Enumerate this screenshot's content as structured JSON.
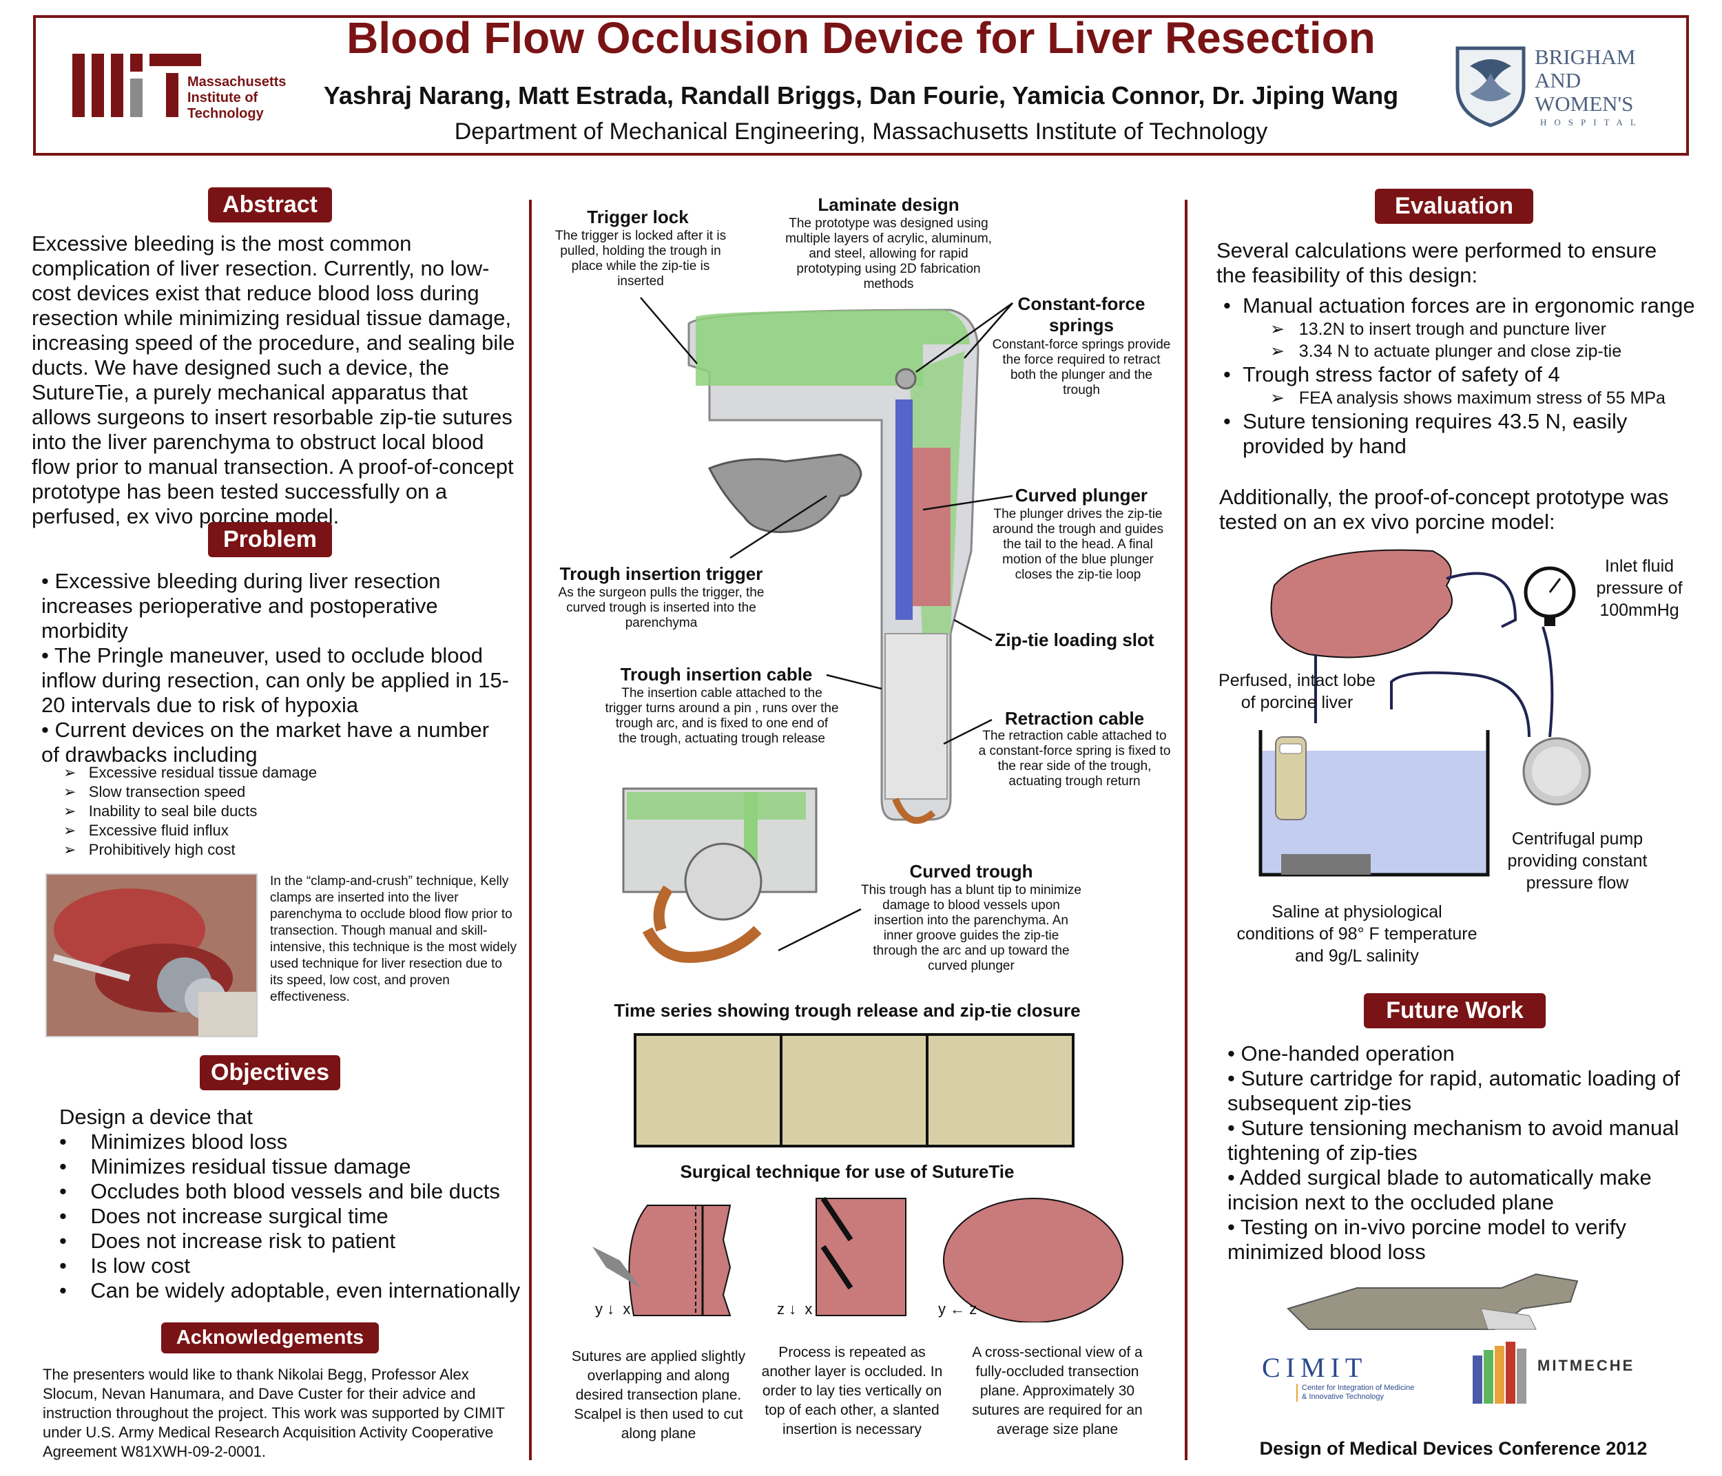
{
  "header": {
    "title": "Blood Flow Occlusion Device for Liver Resection",
    "authors": "Yashraj Narang, Matt Estrada, Randall Briggs, Dan Fourie, Yamicia Connor, Dr. Jiping Wang",
    "department": "Department of Mechanical Engineering, Massachusetts Institute of Technology",
    "mit_text": [
      "Massachusetts",
      "Institute of",
      "Technology"
    ],
    "bwh_text": [
      "BRIGHAM",
      "AND",
      "WOMEN'S",
      "HOSPITAL"
    ]
  },
  "abstract": {
    "heading": "Abstract",
    "text": "Excessive bleeding is the most common complication of liver resection. Currently, no low-cost devices exist that reduce blood loss during resection while minimizing residual tissue damage, increasing speed of the procedure, and sealing bile ducts. We have designed such a device, the SutureTie, a purely mechanical apparatus that allows surgeons to insert resorbable zip-tie sutures into the liver parenchyma to obstruct local blood flow prior to manual transection. A proof-of-concept prototype has been tested successfully on a perfused, ex vivo porcine model."
  },
  "problem": {
    "heading": "Problem",
    "bullets": [
      "•  Excessive bleeding during liver resection increases perioperative and postoperative morbidity",
      "•  The Pringle maneuver, used to occlude blood inflow during resection, can only be applied in 15-20 intervals due to risk of hypoxia",
      "• Current devices on the market have a number of drawbacks including"
    ],
    "sub_bullets": [
      "Excessive residual tissue damage",
      "Slow transection speed",
      "Inability to seal bile ducts",
      "Excessive fluid influx",
      "Prohibitively high cost"
    ],
    "clamp_caption": "In the “clamp-and-crush” technique, Kelly clamps are inserted into the liver parenchyma to occlude blood flow prior to transection. Though manual and skill-intensive, this technique is the most widely used technique for liver resection due to its speed, low cost, and proven effectiveness."
  },
  "objectives": {
    "heading": "Objectives",
    "intro": "Design a device that",
    "items": [
      "Minimizes blood loss",
      "Minimizes residual tissue damage",
      "Occludes both blood vessels and bile ducts",
      "Does not increase surgical time",
      "Does not increase risk to patient",
      "Is low cost",
      "Can be widely adoptable, even internationally"
    ]
  },
  "acknowledgements": {
    "heading": "Acknowledgements",
    "text": "The presenters would like to thank Nikolai Begg, Professor Alex Slocum, Nevan Hanumara, and Dave Custer for their advice and instruction throughout the project. This work was supported by CIMIT under U.S. Army Medical Research Acquisition Activity Cooperative Agreement W81XWH-09-2-0001."
  },
  "device": {
    "trigger_lock": {
      "title": "Trigger lock",
      "text": "The trigger is locked after it is pulled, holding the trough in place while the zip-tie is inserted"
    },
    "laminate": {
      "title": "Laminate design",
      "text": "The prototype was designed using multiple layers of acrylic, aluminum, and steel, allowing for rapid prototyping using 2D fabrication methods"
    },
    "springs": {
      "title": "Constant-force springs",
      "text": "Constant-force springs provide the force required to retract both the plunger and the trough"
    },
    "plunger": {
      "title": "Curved plunger",
      "text": "The plunger drives the zip-tie around the trough and guides the tail to the head.  A final motion of the blue plunger closes the zip-tie loop"
    },
    "trigger": {
      "title": "Trough insertion trigger",
      "text": "As the surgeon pulls the trigger, the curved trough is inserted into the parenchyma"
    },
    "slot": {
      "title": "Zip-tie loading slot"
    },
    "cable": {
      "title": "Trough insertion cable",
      "text": "The insertion cable attached to the trigger turns around a pin , runs over the trough arc, and is fixed to one end of the trough, actuating trough release"
    },
    "retraction": {
      "title": "Retraction cable",
      "text": "The retraction cable attached to a constant-force spring is fixed to the rear side of the trough, actuating trough return"
    },
    "trough": {
      "title": "Curved trough",
      "text": "This trough has a blunt tip to minimize damage to blood vessels upon insertion into the parenchyma. An inner groove guides the zip-tie through the arc and up toward the curved plunger"
    },
    "time_series_title": "Time series showing trough release and zip-tie closure",
    "technique_title": "Surgical technique for use of SutureTie",
    "technique_captions": [
      "Sutures are applied slightly overlapping and along desired transection plane. Scalpel is then used to cut along plane",
      "Process is repeated as another layer is occluded. In order to lay ties vertically on top of each other, a slanted insertion is necessary",
      "A cross-sectional view of a fully-occluded transection plane.  Approximately 30 sutures are required for an average size plane"
    ],
    "axes": [
      [
        "y",
        "x"
      ],
      [
        "z",
        "x"
      ],
      [
        "z",
        "y"
      ]
    ]
  },
  "evaluation": {
    "heading": "Evaluation",
    "intro": "Several calculations were performed to ensure the feasibility of this design:",
    "b1": "Manual actuation forces are in ergonomic range",
    "b1_subs": [
      "13.2N to insert trough and puncture liver",
      "3.34 N to actuate plunger and close zip-tie"
    ],
    "b2": "Trough stress factor of safety of 4",
    "b2_subs": [
      "FEA analysis shows maximum stress of 55 MPa"
    ],
    "b3": "Suture tensioning requires 43.5 N, easily provided by hand",
    "additional": "Additionally, the proof-of-concept prototype was tested on an ex vivo porcine model:",
    "inlet": "Inlet fluid pressure of 100mmHg",
    "lobe": "Perfused, intact lobe of porcine liver",
    "pump": "Centrifugal pump providing constant pressure flow",
    "saline": "Saline at physiological conditions of 98°  F temperature and 9g/L salinity"
  },
  "future": {
    "heading": "Future Work",
    "items": [
      "•  One-handed operation",
      "•  Suture cartridge for rapid, automatic loading of subsequent zip-ties",
      "•  Suture tensioning mechanism to avoid manual tightening of zip-ties",
      "•  Added surgical blade to automatically make incision next to the occluded plane",
      "•  Testing on in-vivo porcine model to verify minimized blood loss"
    ]
  },
  "footer": {
    "cimit": "CIMIT",
    "cimit_sub": [
      "Center for Integration of Medicine",
      "& Innovative Technology"
    ],
    "mitmeche": "MITMECHE",
    "conference": "Design of Medical Devices Conference 2012"
  },
  "colors": {
    "maroon": "#7a1315",
    "liver": "#c97a7b",
    "saline": "#c3cdf0",
    "plunger": "#5564c8"
  }
}
